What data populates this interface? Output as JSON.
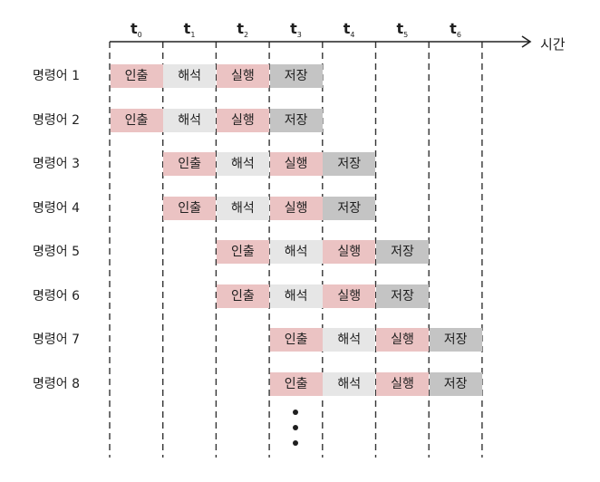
{
  "diagram": {
    "axis_label": "시간",
    "ticks": [
      {
        "name": "t",
        "sub": "0"
      },
      {
        "name": "t",
        "sub": "1"
      },
      {
        "name": "t",
        "sub": "2"
      },
      {
        "name": "t",
        "sub": "3"
      },
      {
        "name": "t",
        "sub": "4"
      },
      {
        "name": "t",
        "sub": "5"
      },
      {
        "name": "t",
        "sub": "6"
      }
    ],
    "stages": [
      {
        "label": "인출",
        "color": "#ebc3c3"
      },
      {
        "label": "해석",
        "color": "#e6e6e6"
      },
      {
        "label": "실행",
        "color": "#ebc3c3"
      },
      {
        "label": "저장",
        "color": "#c4c4c4"
      }
    ],
    "instructions": [
      {
        "label": "명령어 1",
        "start": 0
      },
      {
        "label": "명령어 2",
        "start": 0
      },
      {
        "label": "명령어 3",
        "start": 1
      },
      {
        "label": "명령어 4",
        "start": 1
      },
      {
        "label": "명령어 5",
        "start": 2
      },
      {
        "label": "명령어 6",
        "start": 2
      },
      {
        "label": "명령어 7",
        "start": 3
      },
      {
        "label": "명령어 8",
        "start": 3
      }
    ],
    "ellipsis_dots": 3
  }
}
